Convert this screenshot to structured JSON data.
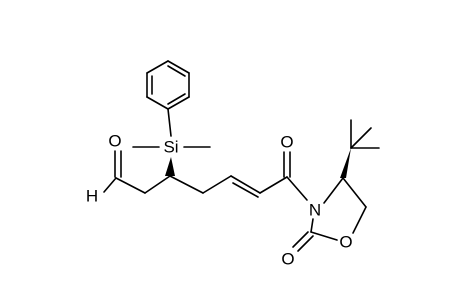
{
  "molecule": {
    "atoms": {
      "si": "Si",
      "o_aldehyde": "O",
      "h_aldehyde": "H",
      "o_acyl": "O",
      "n": "N",
      "o_ring": "O",
      "o_carbonyl": "O"
    }
  }
}
